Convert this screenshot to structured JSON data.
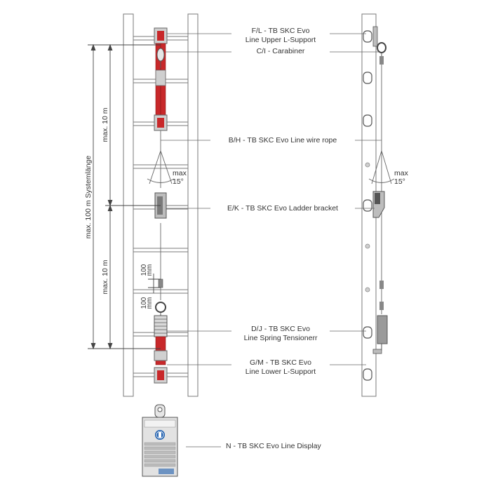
{
  "components": {
    "upper_support": {
      "line1": "F/L - TB SKC Evo",
      "line2": "Line Upper L-Support"
    },
    "carabiner": {
      "label": "C/I - Carabiner"
    },
    "wire_rope": {
      "label": "B/H - TB SKC Evo Line wire rope"
    },
    "ladder_bracket": {
      "label": "E/K - TB SKC Evo Ladder bracket"
    },
    "spring_tensioner": {
      "line1": "D/J - TB SKC Evo",
      "line2": "Line Spring Tensionerr"
    },
    "lower_support": {
      "line1": "G/M - TB SKC Evo",
      "line2": "Line Lower L-Support"
    },
    "display": {
      "label": "N - TB SKC Evo Line Display"
    }
  },
  "dimensions": {
    "system_length": "max. 100 m Systemlänge",
    "upper_span": "max. 10 m",
    "lower_span": "max. 10 m",
    "gap_upper": "100",
    "gap_lower": "100",
    "gap_unit": "mm"
  },
  "angle": {
    "left_max": "max",
    "left_value": "15°",
    "right_max": "max",
    "right_value": "15°"
  },
  "colors": {
    "accent_red": "#c8282a",
    "rail": "#9a9a9a",
    "outline": "#666666",
    "text": "#333333"
  }
}
